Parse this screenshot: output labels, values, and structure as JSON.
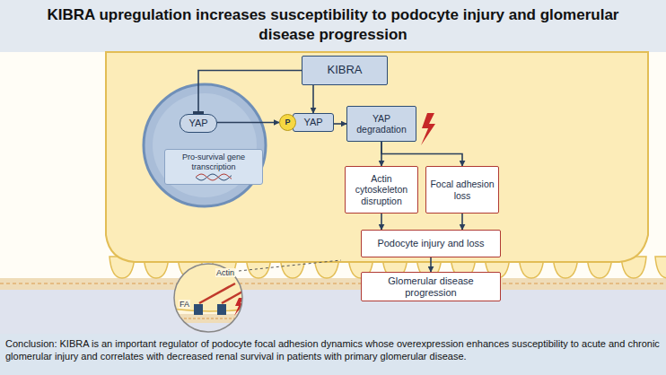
{
  "diagram": {
    "title": "KIBRA upregulation increases susceptibility to podocyte injury and glomerular disease progression",
    "caption": "Conclusion: KIBRA is an important regulator of podocyte focal adhesion dynamics whose overexpression enhances susceptibility to acute and chronic glomerular injury and correlates with decreased renal survival in patients with primary glomerular disease.",
    "nodes": [
      {
        "text": [
          "KIBRA"
        ]
      },
      {
        "text": [
          "YAP"
        ]
      },
      {
        "text": [
          "Pro-survival gene transcription"
        ]
      },
      {
        "text": [
          "P"
        ]
      },
      {
        "text": [
          "YAP"
        ]
      },
      {
        "text": [
          "YAP degradation"
        ]
      },
      {
        "text": [
          "Actin cytoskeleton disruption"
        ]
      },
      {
        "text": [
          "Focal adhesion loss"
        ]
      },
      {
        "text": [
          "Podocyte injury and loss"
        ]
      },
      {
        "text": [
          "Glomerular disease progression"
        ]
      }
    ],
    "edges": [
      {
        "from": 0,
        "to": 1,
        "arrow": "to"
      },
      {
        "from": 0,
        "to": 4,
        "arrow": "to"
      },
      {
        "from": 1,
        "to": 3,
        "arrow": "to"
      },
      {
        "from": 4,
        "to": 5,
        "arrow": "to"
      },
      {
        "from": 5,
        "to": 6,
        "arrow": "to"
      },
      {
        "from": 5,
        "to": 7,
        "arrow": "to"
      },
      {
        "from": 6,
        "to": 8,
        "arrow": "to"
      },
      {
        "from": 7,
        "to": 8,
        "arrow": "to"
      },
      {
        "from": 8,
        "to": 9,
        "arrow": "to"
      }
    ],
    "labels": [
      "Actin",
      "FA"
    ]
  }
}
